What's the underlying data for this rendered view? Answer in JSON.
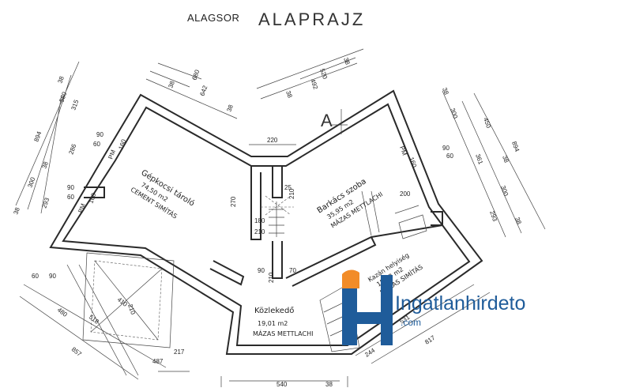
{
  "title": {
    "small": "ALAGSOR",
    "big": "ALAPRAJZ"
  },
  "section_marker": "A",
  "rooms": {
    "garage": {
      "name": "Gépkocsi tároló",
      "area": "74,50 m2",
      "finish": "CEMENT SIMÍTÁS"
    },
    "workshop": {
      "name": "Barkács szoba",
      "area": "35,95 m2",
      "finish": "MÁZAS METTLACHI"
    },
    "boiler": {
      "name": "Kazán helyiség",
      "area": "15,93 m2",
      "finish": "MÁZAS SIMÍTÁS"
    },
    "hall": {
      "name": "Közlekedő",
      "area": "19,01 m2",
      "finish": "MÁZAS METTLACHI"
    }
  },
  "dimensions": {
    "top_680": "680",
    "top_642": "642",
    "top_38a": "38",
    "top_38b": "38",
    "top_520": "520",
    "top_492": "492",
    "top_38c": "38",
    "top_38d": "38",
    "left_894": "894",
    "left_38a": "38",
    "left_580": "580",
    "left_315": "315",
    "left_286": "286",
    "left_38b": "38",
    "left_300": "300",
    "left_293": "293",
    "left_38c": "38",
    "left_90a": "90",
    "left_60a": "60",
    "left_90b": "90",
    "left_60b": "60",
    "pm_160a": "160",
    "pm_160b": "160",
    "pm_label": "PM",
    "center_220": "220",
    "center_270": "270",
    "center_25": "25",
    "center_180": "180",
    "center_210a": "210",
    "center_210b": "210",
    "center_90": "90",
    "center_210c": "210",
    "center_70": "70",
    "right_894": "894",
    "right_38a": "38",
    "right_450": "450",
    "right_300a": "300",
    "right_361": "361",
    "right_38b": "38",
    "right_300b": "300",
    "right_293": "293",
    "right_38c": "38",
    "right_90": "90",
    "right_60": "60",
    "right_200": "200",
    "right_160": "160",
    "bottom_480": "480",
    "bottom_518": "518",
    "bottom_60": "60",
    "bottom_90": "90",
    "bottom_410": "410",
    "bottom_210": "210",
    "bottom_857": "857",
    "bottom_217": "217",
    "bottom_487": "487",
    "bottom_540": "540",
    "bottom_38": "38",
    "bottom_244": "244",
    "bottom_531": "531",
    "bottom_817": "817"
  },
  "watermark": {
    "brand": "Ingatlanhirdeto",
    "suffix": ".com",
    "accent": "#f28c28",
    "primary": "#1f5c9a"
  }
}
